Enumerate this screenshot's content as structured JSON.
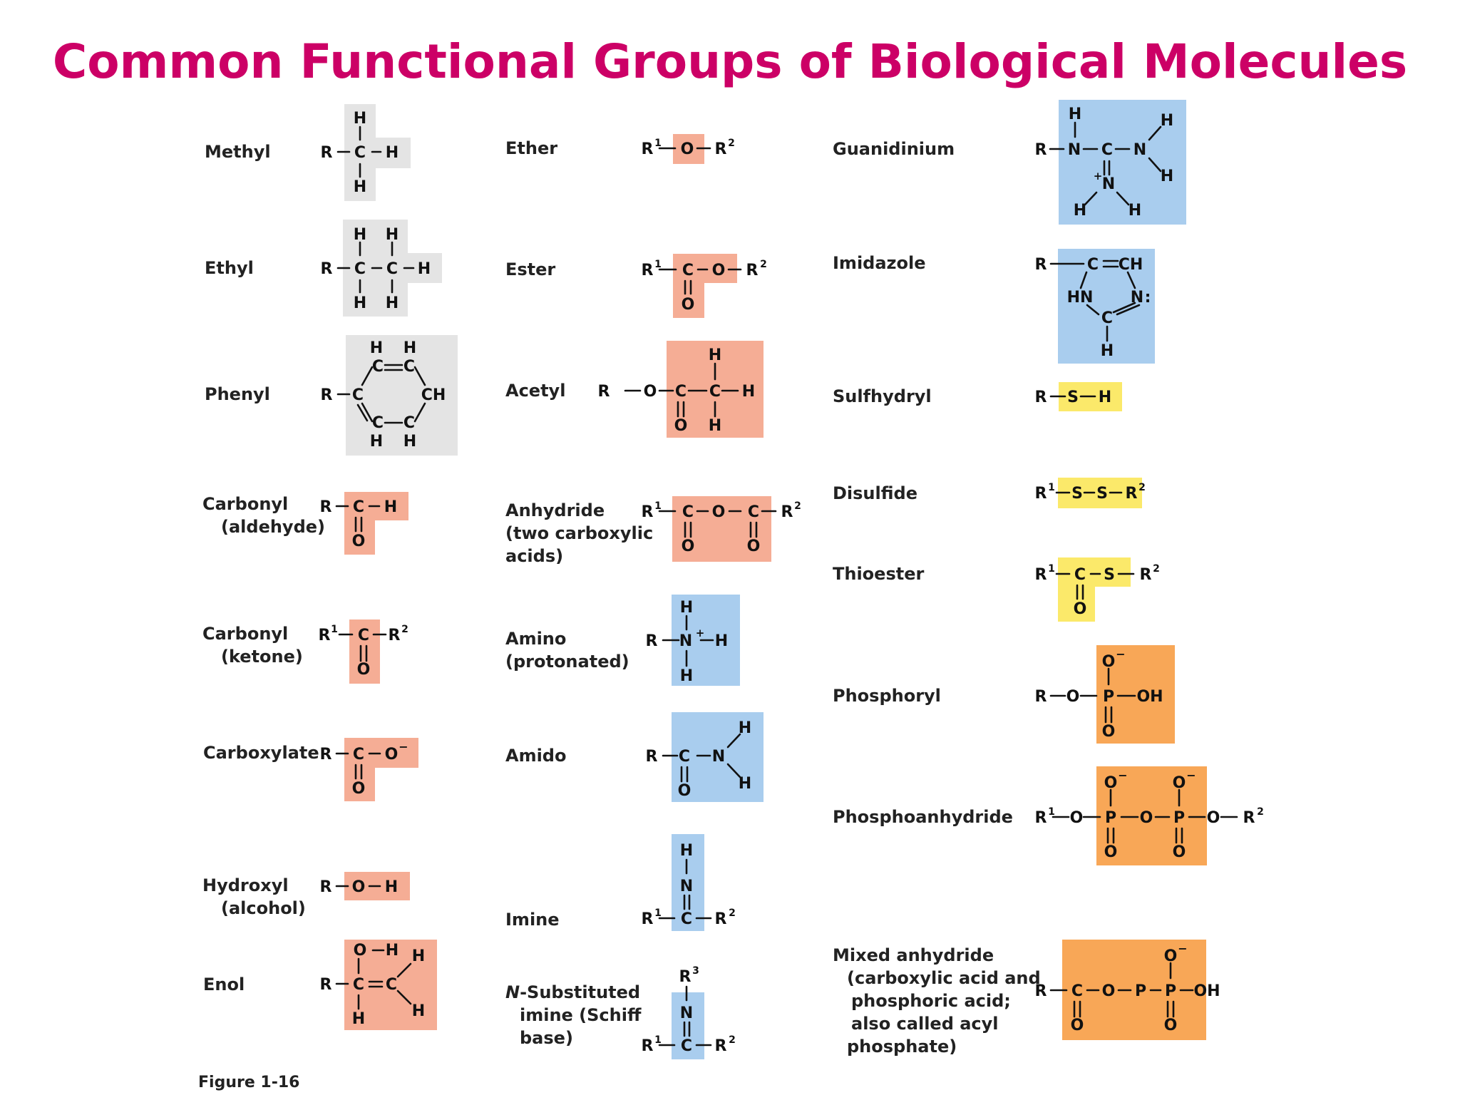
{
  "title": "Common Functional Groups of Biological Molecules",
  "figure_label": "Figure 1-16",
  "colors": {
    "title": "#cc0066",
    "gray_box": "#e4e4e4",
    "salmon_box": "#f5ad95",
    "blue_box": "#a9cdee",
    "yellow_box": "#fbe96a",
    "orange_box": "#f8a757"
  },
  "groups": {
    "methyl": {
      "name": "Methyl"
    },
    "ethyl": {
      "name": "Ethyl"
    },
    "phenyl": {
      "name": "Phenyl"
    },
    "carbonyl_aldehyde": {
      "name": "Carbonyl",
      "note": "(aldehyde)"
    },
    "carbonyl_ketone": {
      "name": "Carbonyl",
      "note": "(ketone)"
    },
    "carboxylate": {
      "name": "Carboxylate"
    },
    "hydroxyl": {
      "name": "Hydroxyl",
      "note": "(alcohol)"
    },
    "enol": {
      "name": "Enol"
    },
    "ether": {
      "name": "Ether"
    },
    "ester": {
      "name": "Ester"
    },
    "acetyl": {
      "name": "Acetyl"
    },
    "anhydride": {
      "name": "Anhydride",
      "note1": "(two carboxylic",
      "note2": "acids)"
    },
    "amino": {
      "name": "Amino",
      "note": "(protonated)"
    },
    "amido": {
      "name": "Amido"
    },
    "imine": {
      "name": "Imine"
    },
    "n_substituted_imine": {
      "name_italic": "N",
      "name_rest": "-Substituted",
      "note1": "imine (Schiff",
      "note2": "base)"
    },
    "guanidinium": {
      "name": "Guanidinium"
    },
    "imidazole": {
      "name": "Imidazole"
    },
    "sulfhydryl": {
      "name": "Sulfhydryl"
    },
    "disulfide": {
      "name": "Disulfide"
    },
    "thioester": {
      "name": "Thioester"
    },
    "phosphoryl": {
      "name": "Phosphoryl"
    },
    "phosphoanhydride": {
      "name": "Phosphoanhydride"
    },
    "mixed_anhydride": {
      "name": "Mixed anhydride",
      "note1": "(carboxylic acid and",
      "note2": "phosphoric acid;",
      "note3": "also called acyl",
      "note4": "phosphate)"
    }
  }
}
